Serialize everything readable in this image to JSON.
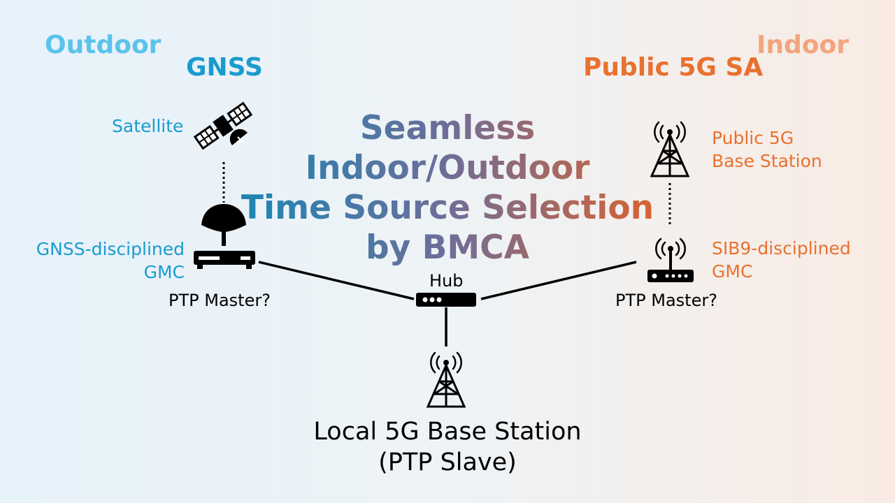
{
  "regions": {
    "outdoor": "Outdoor",
    "indoor": "Indoor"
  },
  "headings": {
    "gnss": "GNSS",
    "public5g": "Public 5G SA"
  },
  "title": {
    "line1": "Seamless",
    "line2": "Indoor/Outdoor",
    "line3": "Time Source Selection",
    "line4": "by BMCA"
  },
  "labels": {
    "satellite": "Satellite",
    "gnss_gmc_line1": "GNSS-disciplined",
    "gnss_gmc_line2": "GMC",
    "ptp_master_left": "PTP Master?",
    "public_bs_line1": "Public 5G",
    "public_bs_line2": "Base Station",
    "sib9_gmc_line1": "SIB9-disciplined",
    "sib9_gmc_line2": "GMC",
    "ptp_master_right": "PTP Master?",
    "hub": "Hub",
    "local_bs_line1": "Local 5G Base Station",
    "local_bs_line2": "(PTP Slave)"
  },
  "colors": {
    "outdoor": "#5bc3ea",
    "indoor": "#f3a57e",
    "gnss": "#1a9bce",
    "public5g": "#e8712f",
    "left_labels": "#1a9bce",
    "right_labels": "#e8712f"
  },
  "icons": [
    "satellite-icon",
    "gnss-antenna-icon",
    "gnss-gmc-device-icon",
    "public-5g-tower-icon",
    "sib9-gmc-device-icon",
    "hub-icon",
    "local-5g-tower-icon"
  ]
}
